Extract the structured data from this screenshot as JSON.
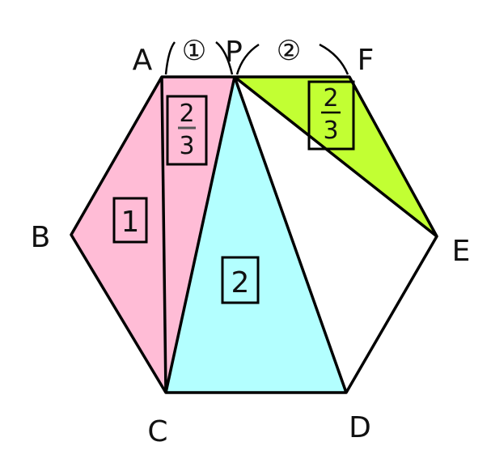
{
  "vertices": {
    "A": "A",
    "B": "B",
    "C": "C",
    "D": "D",
    "E": "E",
    "F": "F",
    "P": "P"
  },
  "ratios": {
    "ap": "①",
    "pf": "②"
  },
  "areas": {
    "abc": "1",
    "acp": {
      "num": "2",
      "den": "3"
    },
    "pcd": "2",
    "pfe": {
      "num": "2",
      "den": "3"
    }
  },
  "colors": {
    "pink": "#ffbcd6",
    "cyan": "#b3ffff",
    "green": "#c2ff33",
    "stroke": "#000000"
  }
}
